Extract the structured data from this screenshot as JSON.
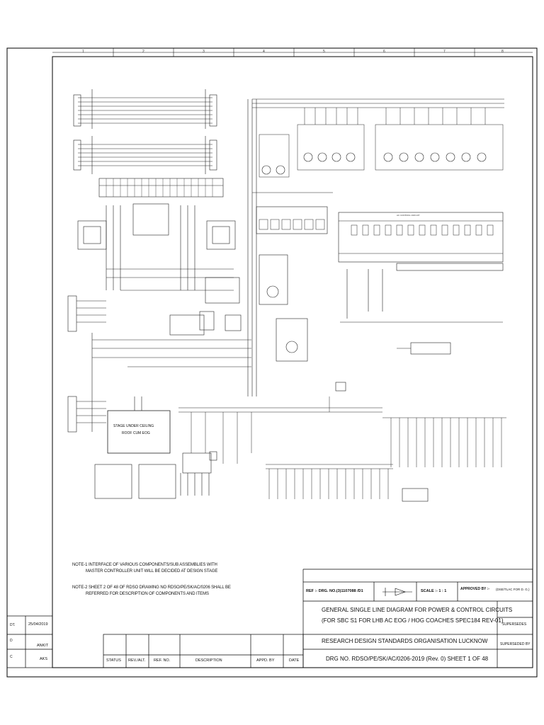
{
  "zones": [
    "1",
    "2",
    "3",
    "4",
    "5",
    "6",
    "7",
    "8"
  ],
  "schematic_labels": {
    "stage_box": [
      "STAGE  UNDER  CEILING",
      "ROOF  CUM  EOG"
    ],
    "hvac_panel": "AC CONTROL CIRCUIT"
  },
  "notes": {
    "note1_line1": "NOTE-1 INTERFACE OF VARIOUS COMPONENTS/SUB ASSEMBLIES WITH",
    "note1_line2": "MASTER CONTROLLER UNIT WILL  BE DECIDED AT DESIGN STAGE",
    "note2_line1": "NOTE-2  SHEET 2 OF 48 OF RDSO DRAWING NO RDSO/PE/SK/AC/0206 SHALL BE",
    "note2_line2": "REFERRED FOR DESCRIPTION  OF COMPONENTS AND ITEMS"
  },
  "title_block": {
    "ref_drg": "REF :- DRG. NO.(3)1107088 /D1",
    "scale": "SCALE :- 1 : 1",
    "approved_by": "APPROVED BY :-",
    "approver": "(DSE/TLAC FOR D. G.)",
    "title_line1": "GENERAL  SINGLE LINE DIAGRAM FOR POWER & CONTROL CIRCUITS",
    "title_line2": "(FOR  SBC S1 FOR LHB  AC EOG / HOG COACHES SPEC184 REV-01)",
    "supersedes": "SUPERSEDES",
    "organisation": "RESEARCH DESIGN STANDARDS ORGANISATION LUCKNOW",
    "superseded_by": "SUPERSEDED BY",
    "drawing_number": "DRG NO. RDSO/PE/SK/AC/0206-2019  (Rev. 0)  SHEET 1 OF 48"
  },
  "revision_table": {
    "headers": [
      "STATUS",
      "REV./ALT.",
      "REF. NO.",
      "DESCRIPTION",
      "APPD. BY",
      "DATE"
    ]
  },
  "signature_block": {
    "rows": [
      {
        "label": "DT.",
        "value": "25/04/2019"
      },
      {
        "label": "D",
        "value": "ANKIT"
      },
      {
        "label": "C",
        "value": "AKS"
      }
    ]
  }
}
